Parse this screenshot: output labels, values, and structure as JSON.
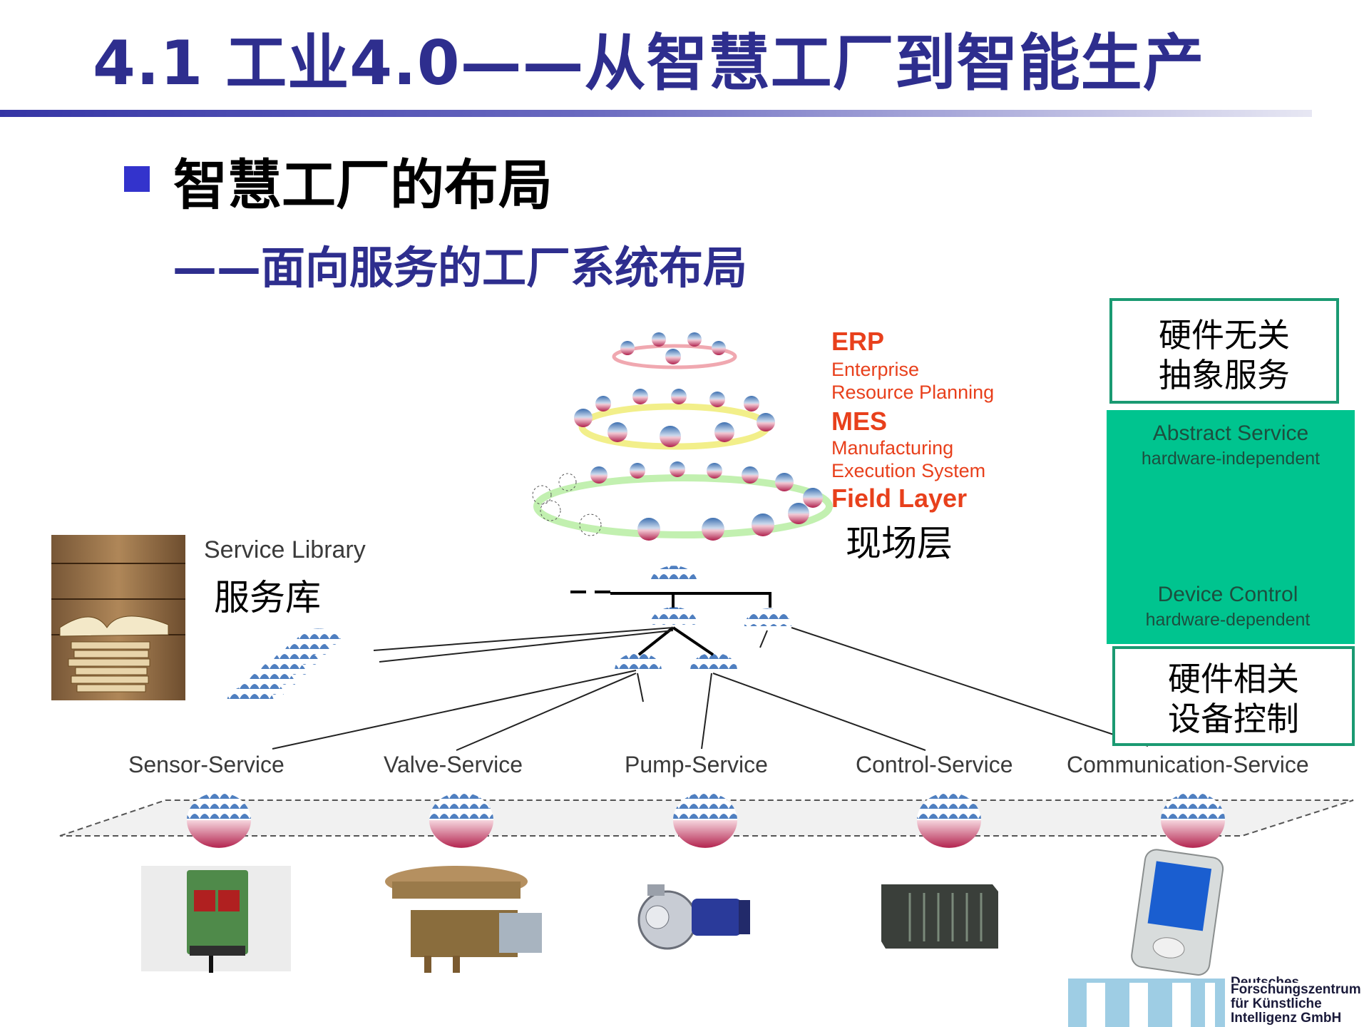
{
  "title": "4.1 工业4.0——从智慧工厂到智能生产",
  "heading": "智慧工厂的布局",
  "subheading": "——面向服务的工厂系统布局",
  "layers": {
    "erp": "ERP",
    "erp_desc_1": "Enterprise",
    "erp_desc_2": "Resource Planning",
    "mes": "MES",
    "mes_desc_1": "Manufacturing",
    "mes_desc_2": "Execution System",
    "field": "Field Layer",
    "field_cn": "现场层"
  },
  "library": {
    "label_en": "Service Library",
    "label_cn": "服务库"
  },
  "services": [
    {
      "name": "Sensor-Service",
      "device_icon": "sensor-device"
    },
    {
      "name": "Valve-Service",
      "device_icon": "valve-device"
    },
    {
      "name": "Pump-Service",
      "device_icon": "pump-device"
    },
    {
      "name": "Control-Service",
      "device_icon": "plc-controller"
    },
    {
      "name": "Communication-Service",
      "device_icon": "pda-device"
    }
  ],
  "right_panel": {
    "box_top_line1": "硬件无关",
    "box_top_line2": "抽象服务",
    "abstract_title": "Abstract Service",
    "abstract_sub": "hardware-independent",
    "device_title": "Device Control",
    "device_sub": "hardware-dependent",
    "box_bottom_line1": "硬件相关",
    "box_bottom_line2": "设备控制"
  },
  "logo": {
    "line1": "Deutsches",
    "line2": "Forschungszentrum",
    "line3": "für Künstliche",
    "line4": "Intelligenz GmbH"
  },
  "colors": {
    "title": "#2e2e8e",
    "accent_red": "#e8401c",
    "panel_green": "#00c48f",
    "box_border": "#1a9a72"
  }
}
